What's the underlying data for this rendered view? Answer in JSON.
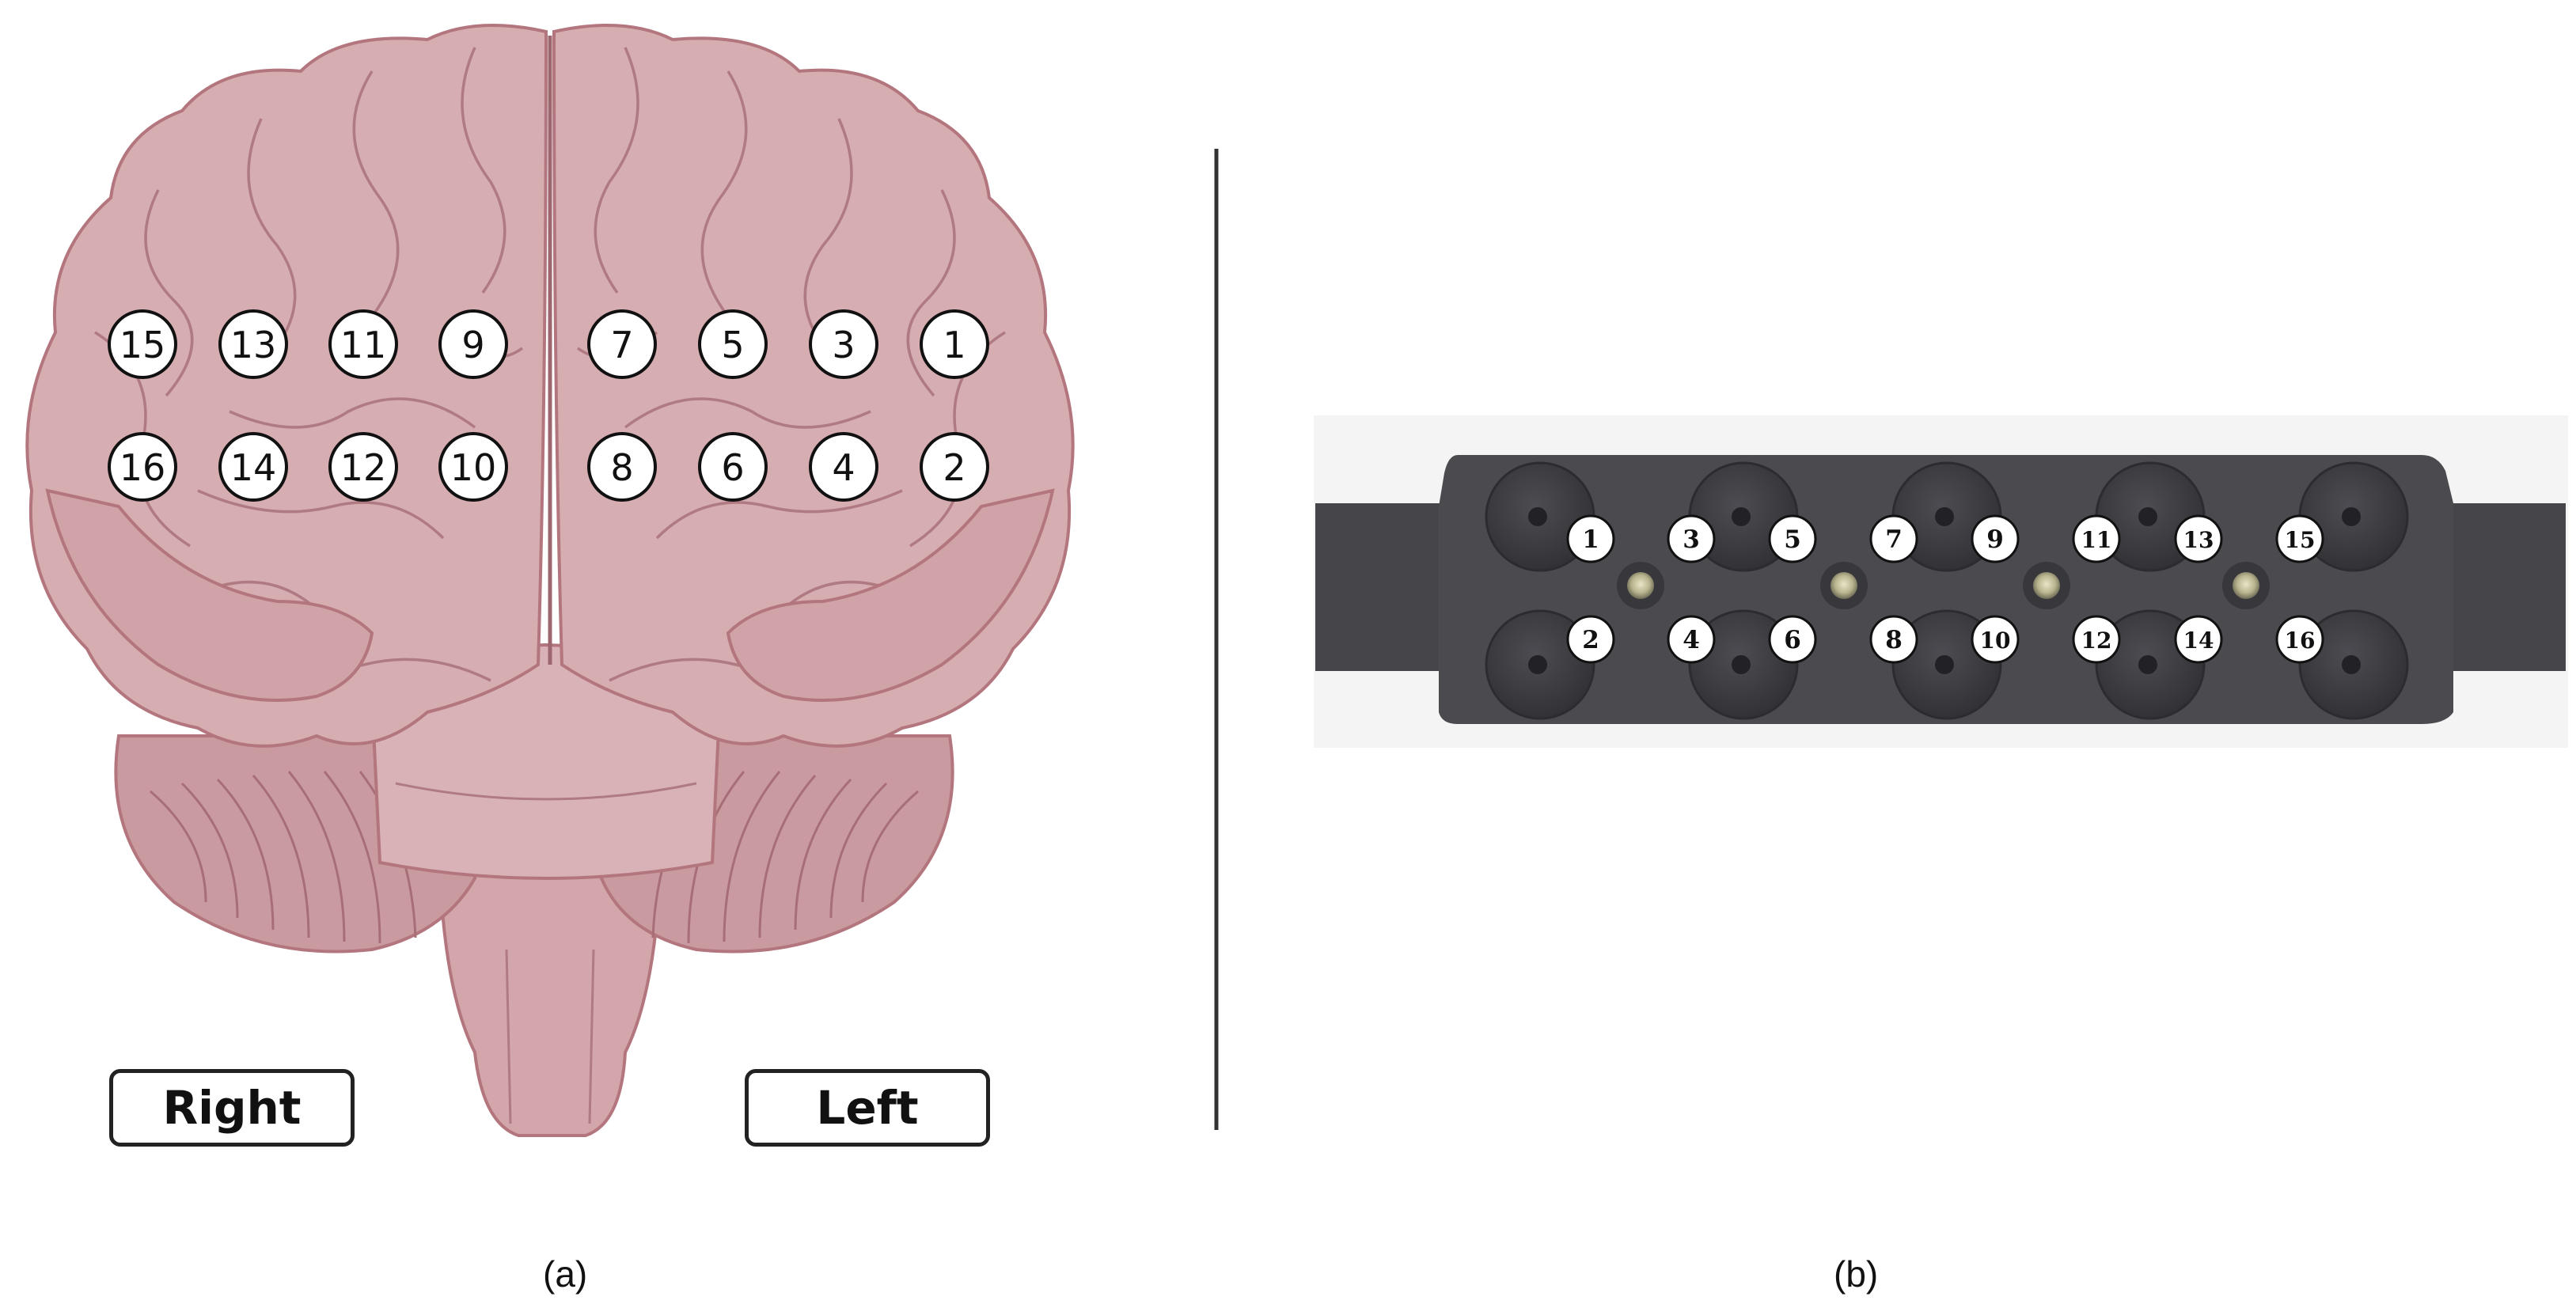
{
  "panel_a": {
    "caption": "(a)",
    "side_labels": {
      "right": "Right",
      "left": "Left"
    },
    "channels_top": [
      "15",
      "13",
      "11",
      "9",
      "7",
      "5",
      "3",
      "1"
    ],
    "channels_bottom": [
      "16",
      "14",
      "12",
      "10",
      "8",
      "6",
      "4",
      "2"
    ],
    "colors": {
      "brain_fill": "#d6adb1",
      "brain_stroke": "#b3767e",
      "fold_stroke": "#b07a82",
      "cerebellum": "#c99aa0"
    }
  },
  "panel_b": {
    "caption": "(b)",
    "channels_top": [
      "1",
      "3",
      "5",
      "7",
      "9",
      "11",
      "13",
      "15"
    ],
    "channels_bottom": [
      "2",
      "4",
      "6",
      "8",
      "10",
      "12",
      "14",
      "16"
    ],
    "colors": {
      "device_body": "#4a4a4f",
      "device_strap": "#45454a",
      "optode_ring": "#3a3a3f",
      "detector": "#c9c6a4"
    }
  },
  "divider": {
    "color": "#333333"
  }
}
